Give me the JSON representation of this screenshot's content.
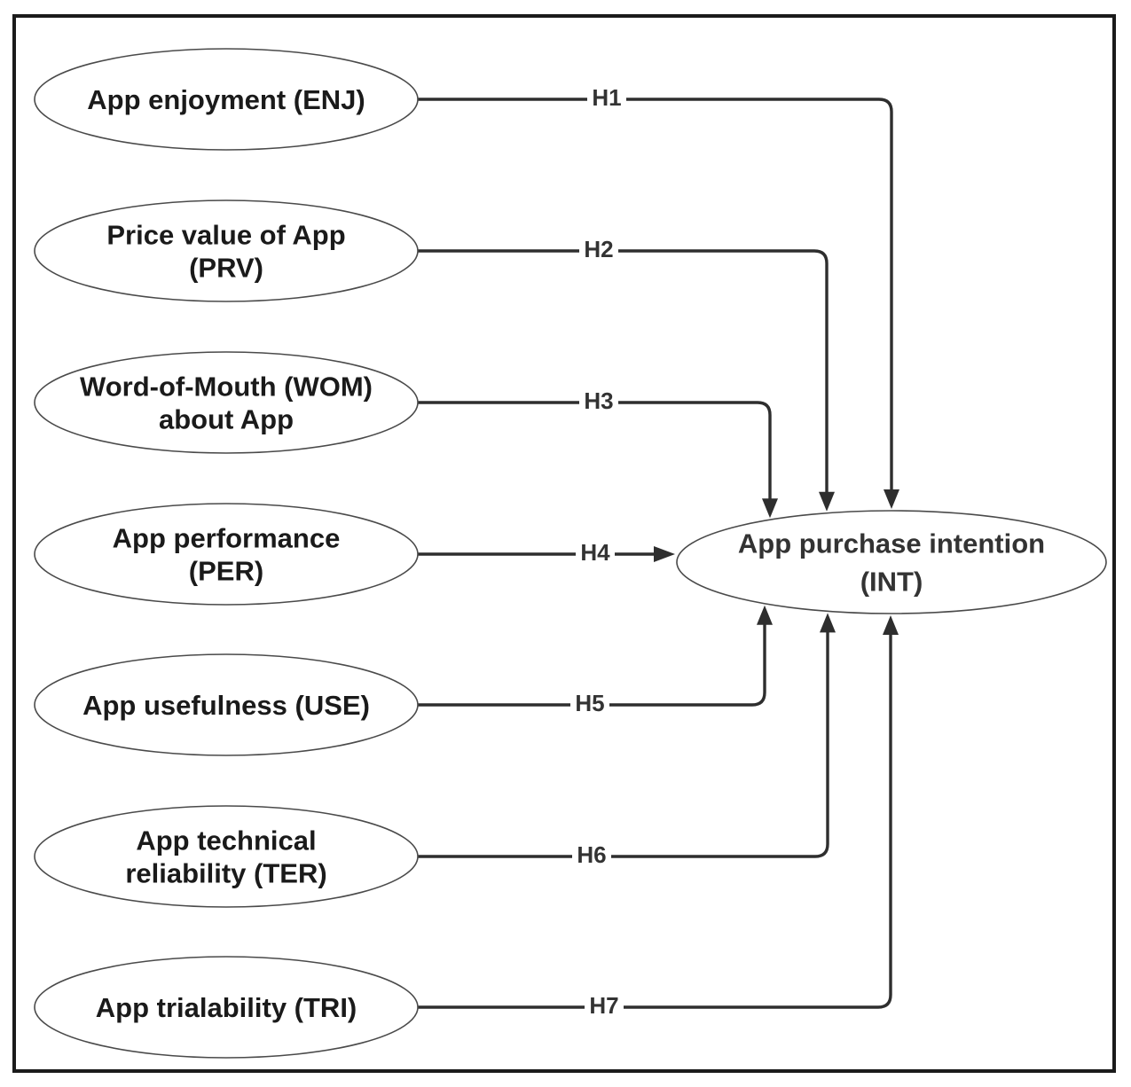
{
  "constructs": [
    {
      "id": "ENJ",
      "lines": [
        "App enjoyment (ENJ)"
      ],
      "hypothesis": "H1"
    },
    {
      "id": "PRV",
      "lines": [
        "Price value of App",
        "(PRV)"
      ],
      "hypothesis": "H2"
    },
    {
      "id": "WOM",
      "lines": [
        "Word-of-Mouth (WOM)",
        "about App"
      ],
      "hypothesis": "H3"
    },
    {
      "id": "PER",
      "lines": [
        "App performance",
        "(PER)"
      ],
      "hypothesis": "H4"
    },
    {
      "id": "USE",
      "lines": [
        "App usefulness (USE)"
      ],
      "hypothesis": "H5"
    },
    {
      "id": "TER",
      "lines": [
        "App technical",
        "reliability (TER)"
      ],
      "hypothesis": "H6"
    },
    {
      "id": "TRI",
      "lines": [
        "App trialability (TRI)"
      ],
      "hypothesis": "H7"
    }
  ],
  "target": {
    "id": "INT",
    "lines": [
      "App purchase intention",
      "(INT)"
    ]
  },
  "colors": {
    "frame": "#1b1b1b",
    "edge": "#2e2e2e",
    "node_border": "#4a4a4a",
    "text": "#1a1a1a"
  }
}
